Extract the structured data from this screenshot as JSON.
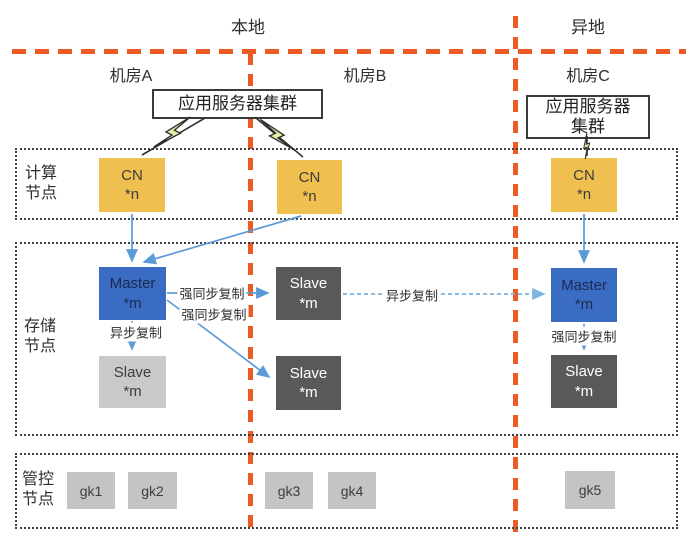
{
  "zones": {
    "local": "本地",
    "remote": "异地"
  },
  "rooms": {
    "a": "机房A",
    "b": "机房B",
    "c": "机房C"
  },
  "app_clusters": {
    "local": "应用服务器集群",
    "remote_line1": "应用服务器",
    "remote_line2": "集群"
  },
  "row_labels": {
    "compute": "计算\n节点",
    "storage": "存储\n节点",
    "mgmt": "管控\n节点"
  },
  "nodes": {
    "cn_a": {
      "line1": "CN",
      "line2": "*n"
    },
    "cn_b": {
      "line1": "CN",
      "line2": "*n"
    },
    "cn_c": {
      "line1": "CN",
      "line2": "*n"
    },
    "master_a": {
      "line1": "Master",
      "line2": "*m"
    },
    "master_c": {
      "line1": "Master",
      "line2": "*m"
    },
    "slave_a": {
      "line1": "Slave",
      "line2": "*m"
    },
    "slave_b1": {
      "line1": "Slave",
      "line2": "*m"
    },
    "slave_b2": {
      "line1": "Slave",
      "line2": "*m"
    },
    "slave_c": {
      "line1": "Slave",
      "line2": "*m"
    }
  },
  "gk_nodes": [
    "gk1",
    "gk2",
    "gk3",
    "gk4",
    "gk5"
  ],
  "edge_labels": {
    "sync_master_a_slave_b1": "强同步复制",
    "sync_master_a_slave_b2": "强同步复制",
    "sync_master_c_slave_c": "强同步复制",
    "async_master_a_slave_a": "异步复制",
    "async_slave_b1_master_c": "异步复制"
  },
  "colors": {
    "zone_divider": "#ED5B25",
    "cn_fill": "#EFC050",
    "master_fill": "#3B6CC4",
    "slave_dark_fill": "#595959",
    "slave_light_fill": "#C9C9C9",
    "gk_fill": "#C4C4C4",
    "arrow_blue": "#5B9BD5",
    "arrow_light_blue": "#7FB5E3",
    "lightning_fill": "#E6EFA5"
  }
}
